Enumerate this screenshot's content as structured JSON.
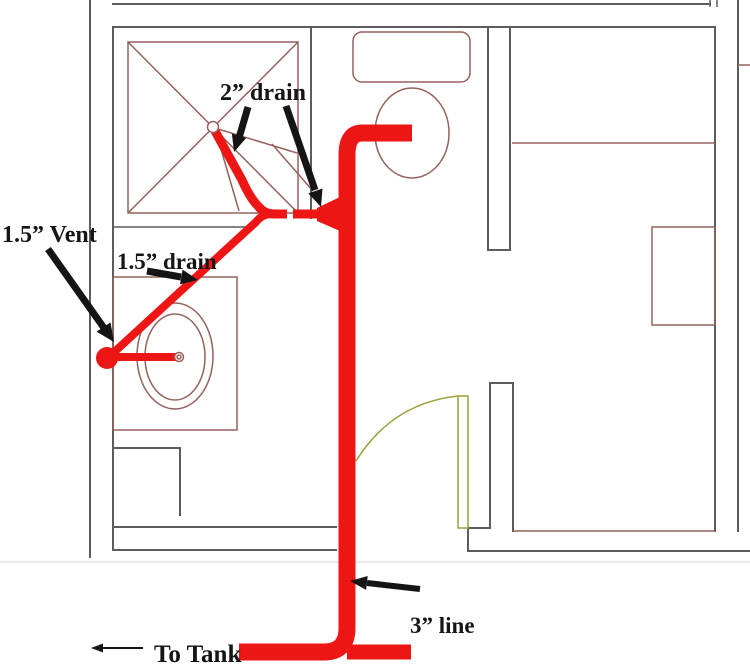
{
  "diagram": {
    "type": "plumbing-floor-plan",
    "labels": {
      "vent": "1.5” Vent",
      "drain_15": "1.5” drain",
      "drain_2": "2” drain",
      "line_3": "3” line",
      "to_tank": "To Tank"
    },
    "colors": {
      "pipe_red": "#ee1515",
      "fixture_line": "#96615d",
      "wall_line": "#5c5c5c",
      "annotation": "#151515",
      "door_olive": "#9aa03c",
      "faint_line": "#ebebeb",
      "background": "#ffffff"
    }
  }
}
